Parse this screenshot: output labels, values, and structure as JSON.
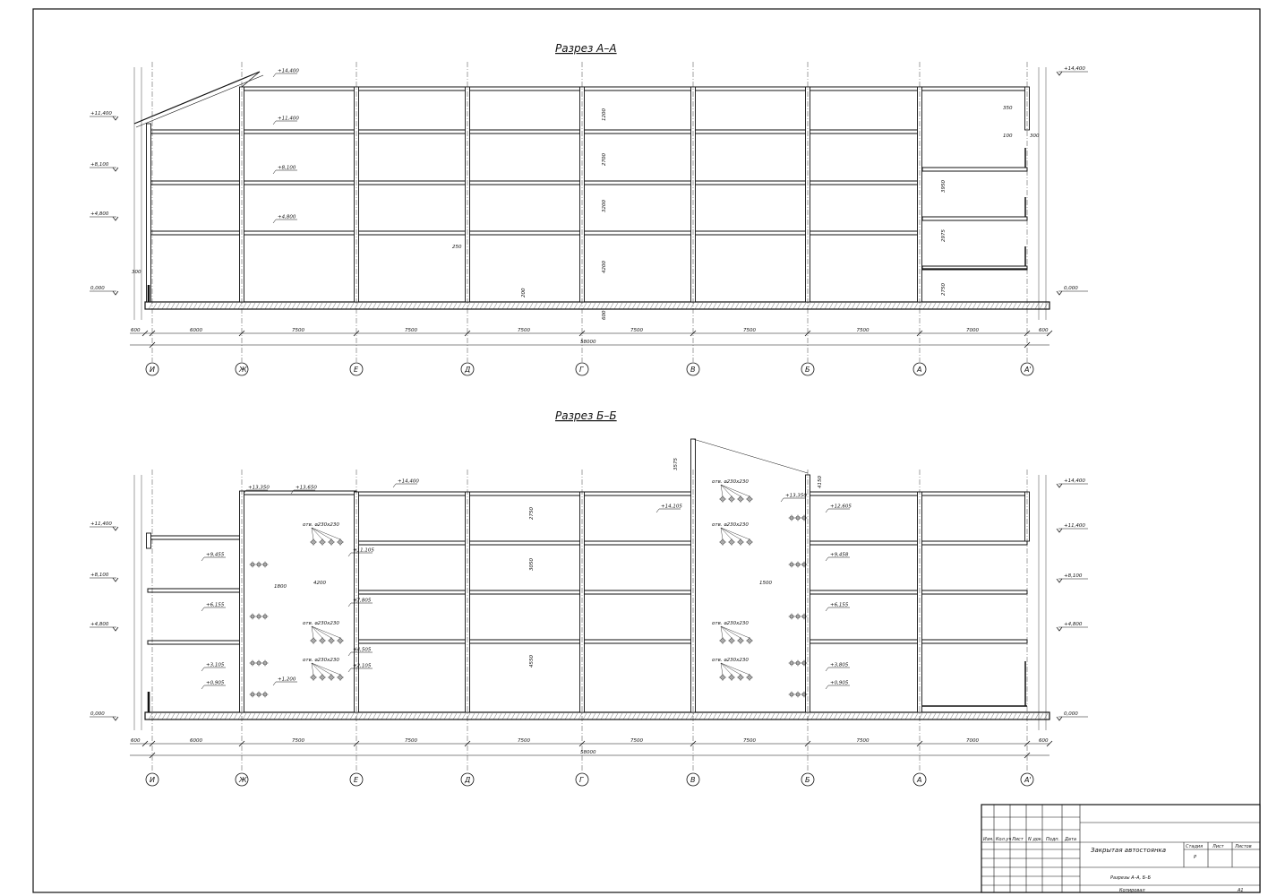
{
  "sections": [
    {
      "title": "Разрез А–А",
      "overall_dim": "58000",
      "edge_dims": [
        "600",
        "600"
      ],
      "span_dims": [
        "6000",
        "7500",
        "7500",
        "7500",
        "7500",
        "7500",
        "7500",
        "7000"
      ],
      "axes": [
        "И",
        "Ж",
        "Е",
        "Д",
        "Г",
        "В",
        "Б",
        "А",
        "А'"
      ],
      "level_marks": {
        "left": [
          "+11,400",
          "+8,100",
          "+4,800",
          "0,000"
        ],
        "right": [
          "+14,400",
          "0,000"
        ],
        "inner": [
          "+14,400",
          "+11,400",
          "+8,100",
          "+4,800"
        ]
      },
      "notes": [
        "300",
        "250",
        "350",
        "100",
        "200",
        "1200",
        "2700",
        "3200",
        "3950",
        "2975",
        "2750",
        "4200",
        "600",
        "300"
      ]
    },
    {
      "title": "Разрез Б–Б",
      "overall_dim": "58000",
      "edge_dims": [
        "600",
        "600"
      ],
      "span_dims": [
        "6000",
        "7500",
        "7500",
        "7500",
        "7500",
        "7500",
        "7500",
        "7000"
      ],
      "axes": [
        "И",
        "Ж",
        "Е",
        "Д",
        "Г",
        "В",
        "Б",
        "А",
        "А'"
      ],
      "level_marks": {
        "left": [
          "+11,400",
          "+8,100",
          "+4,800",
          "0,000"
        ],
        "right": [
          "+14,400",
          "+11,400",
          "+8,100",
          "+4,800",
          "0,000"
        ],
        "inner": [
          "+14,400",
          "+13,350",
          "+13,650",
          "+9,455",
          "+6,155",
          "+3,105",
          "+0,905",
          "+1,200",
          "+11,105",
          "+7,805",
          "+4,505",
          "+2,105",
          "+14,105",
          "+12,605",
          "+9,458",
          "+6,155",
          "+3,805",
          "+0,905",
          "+13,350"
        ]
      },
      "openings": [
        "отв. ⌀230х230",
        "отв. ⌀230х230",
        "отв. ⌀230х230",
        "отв. ⌀230х230",
        "отв. ⌀230х230",
        "отв. ⌀230х230",
        "отв. ⌀230х230"
      ],
      "notes": [
        "3575",
        "4200",
        "1800",
        "1500",
        "3050",
        "4550",
        "2750",
        "4150"
      ]
    }
  ],
  "title_block": {
    "headers": [
      "Изм.",
      "Кол.уч",
      "Лист",
      "N док.",
      "Подп.",
      "Дата"
    ],
    "project": "Закрытая автостоянка",
    "sheet_title": "Разрезы А–А, Б–Б",
    "stage_header": "Стадия",
    "sheet_header": "Лист",
    "sheets_header": "Листов",
    "stage": "Р",
    "copied": "Копировал",
    "format": "А1"
  },
  "colors": {
    "line": "#111111",
    "paper": "#ffffff"
  }
}
